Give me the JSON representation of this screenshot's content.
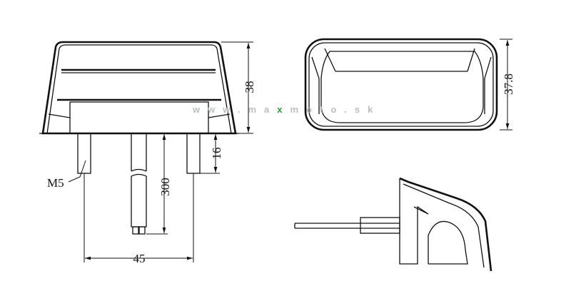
{
  "dimensions": {
    "front_height": "38",
    "stud_length": "16",
    "cable_length": "300",
    "stud_spacing": "45",
    "thread": "M5",
    "top_view_height": "37.8"
  },
  "watermark": {
    "prefix": "www.ma",
    "highlight": "x",
    "suffix": "moto.sk",
    "highlight_color": "#2e9a3a"
  }
}
